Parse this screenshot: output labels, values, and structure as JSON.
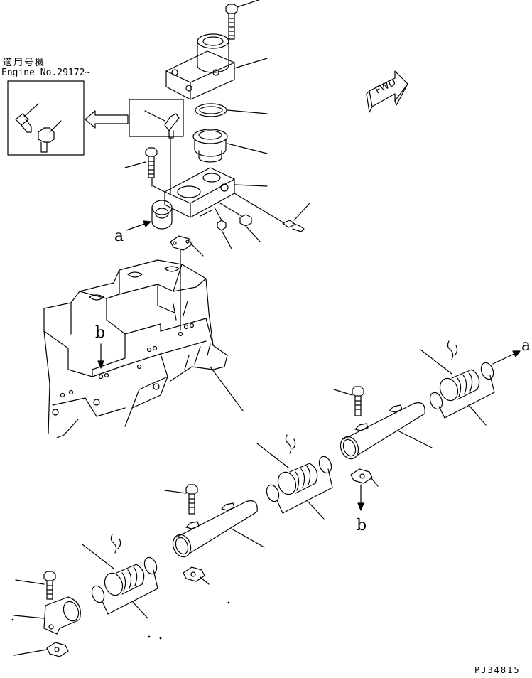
{
  "applicability": {
    "title": "適用号機",
    "engine_no": "Engine No.29172~"
  },
  "drawing_number": "PJ34815",
  "direction_marker": "FWD",
  "callouts": {
    "a_arrow": "a",
    "a_connection": "a",
    "b_arrow": "b",
    "b_connection": "b"
  },
  "colors": {
    "line": "#000000",
    "background": "#ffffff"
  }
}
